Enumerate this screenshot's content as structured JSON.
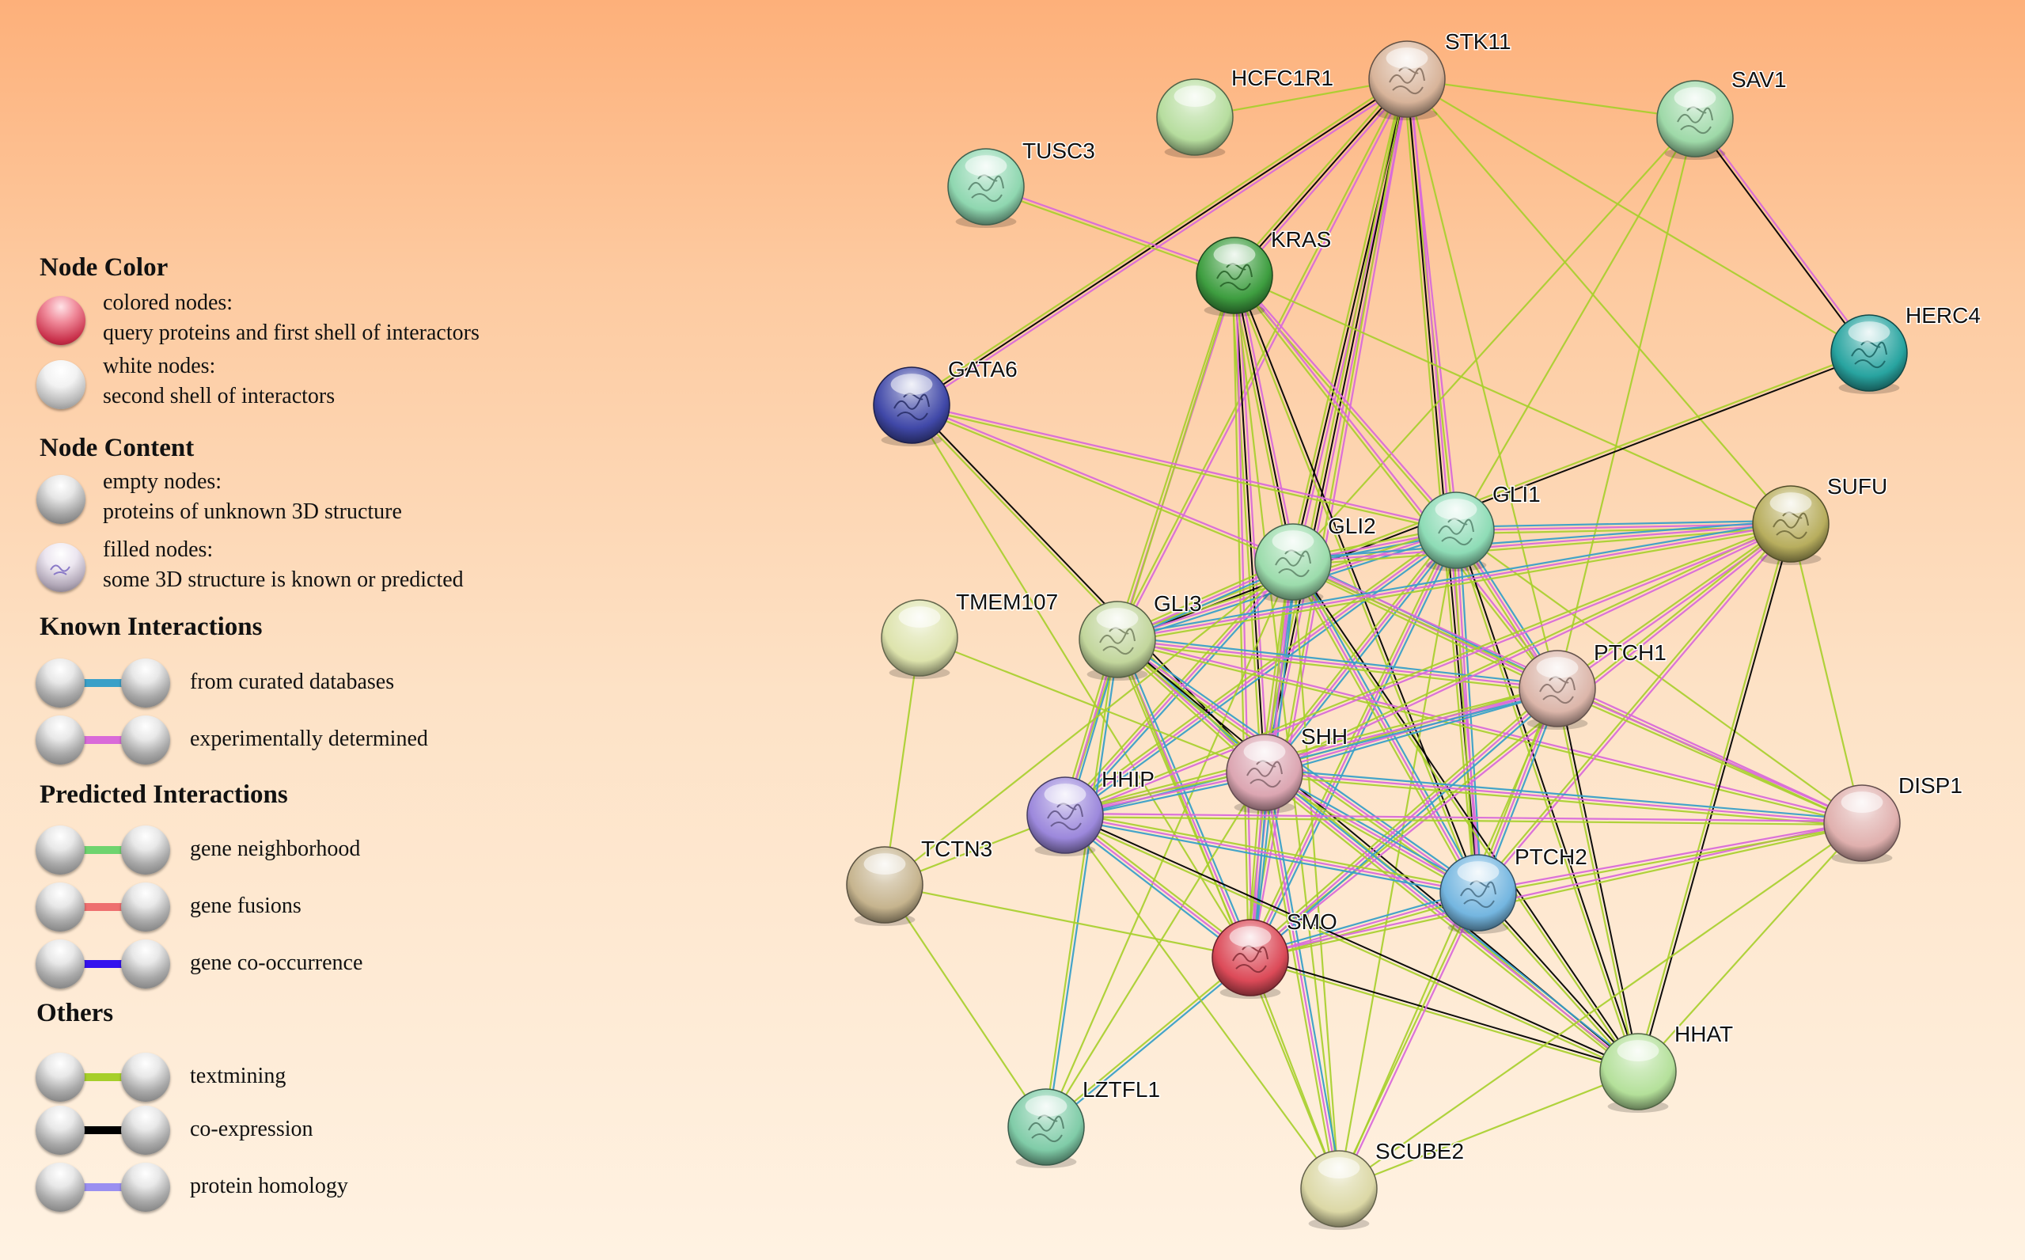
{
  "legend": {
    "node_color_title": "Node Color",
    "colored_nodes_label": "colored nodes:",
    "colored_nodes_desc": "query proteins and first shell of interactors",
    "white_nodes_label": "white nodes:",
    "white_nodes_desc": "second shell of interactors",
    "node_content_title": "Node Content",
    "empty_nodes_label": "empty nodes:",
    "empty_nodes_desc": "proteins of unknown 3D structure",
    "filled_nodes_label": "filled nodes:",
    "filled_nodes_desc": "some 3D structure is known or predicted",
    "known_title": "Known Interactions",
    "predicted_title": "Predicted Interactions",
    "others_title": "Others",
    "edge_types": [
      {
        "key": "curated",
        "label": "from curated databases",
        "color": "#3aa0c8"
      },
      {
        "key": "experimental",
        "label": "experimentally determined",
        "color": "#d96ad9"
      },
      {
        "key": "neighborhood",
        "label": "gene neighborhood",
        "color": "#6fd46f"
      },
      {
        "key": "fusion",
        "label": "gene fusions",
        "color": "#ee6f6f"
      },
      {
        "key": "cooccurrence",
        "label": "gene co-occurrence",
        "color": "#3311ee"
      },
      {
        "key": "textmining",
        "label": "textmining",
        "color": "#a6cf2a"
      },
      {
        "key": "coexpression",
        "label": "co-expression",
        "color": "#000000"
      },
      {
        "key": "homology",
        "label": "protein homology",
        "color": "#9a8ff0"
      }
    ]
  },
  "network": {
    "nodes": [
      {
        "id": "STK11",
        "label": "STK11",
        "color": "#d8b49a",
        "filled": true
      },
      {
        "id": "HCFC1R1",
        "label": "HCFC1R1",
        "color": "#b6dd9e",
        "filled": false
      },
      {
        "id": "SAV1",
        "label": "SAV1",
        "color": "#9ed9a8",
        "filled": true
      },
      {
        "id": "TUSC3",
        "label": "TUSC3",
        "color": "#8fd7b0",
        "filled": true
      },
      {
        "id": "KRAS",
        "label": "KRAS",
        "color": "#3e9e40",
        "filled": true
      },
      {
        "id": "HERC4",
        "label": "HERC4",
        "color": "#28a4a0",
        "filled": true
      },
      {
        "id": "GATA6",
        "label": "GATA6",
        "color": "#4048a8",
        "filled": true
      },
      {
        "id": "GLI1",
        "label": "GLI1",
        "color": "#8edcb6",
        "filled": true
      },
      {
        "id": "SUFU",
        "label": "SUFU",
        "color": "#b8ae5e",
        "filled": true
      },
      {
        "id": "GLI2",
        "label": "GLI2",
        "color": "#9cdcac",
        "filled": true
      },
      {
        "id": "TMEM107",
        "label": "TMEM107",
        "color": "#dde3ac",
        "filled": false
      },
      {
        "id": "GLI3",
        "label": "GLI3",
        "color": "#c2d69c",
        "filled": true
      },
      {
        "id": "PTCH1",
        "label": "PTCH1",
        "color": "#dcb6aa",
        "filled": true
      },
      {
        "id": "SHH",
        "label": "SHH",
        "color": "#dca6b2",
        "filled": true
      },
      {
        "id": "HHIP",
        "label": "HHIP",
        "color": "#9c88dc",
        "filled": true
      },
      {
        "id": "DISP1",
        "label": "DISP1",
        "color": "#e0b0ae",
        "filled": false
      },
      {
        "id": "TCTN3",
        "label": "TCTN3",
        "color": "#c6b48e",
        "filled": false
      },
      {
        "id": "PTCH2",
        "label": "PTCH2",
        "color": "#74b6e0",
        "filled": true
      },
      {
        "id": "SMO",
        "label": "SMO",
        "color": "#dc4a58",
        "filled": true
      },
      {
        "id": "HHAT",
        "label": "HHAT",
        "color": "#b4e09a",
        "filled": false
      },
      {
        "id": "LZTFL1",
        "label": "LZTFL1",
        "color": "#80cca8",
        "filled": true
      },
      {
        "id": "SCUBE2",
        "label": "SCUBE2",
        "color": "#dcd8a6",
        "filled": false
      }
    ],
    "edges": [
      [
        "HCFC1R1",
        "STK11",
        [
          "textmining"
        ]
      ],
      [
        "STK11",
        "SAV1",
        [
          "textmining"
        ]
      ],
      [
        "STK11",
        "KRAS",
        [
          "experimental",
          "coexpression",
          "textmining"
        ]
      ],
      [
        "STK11",
        "GATA6",
        [
          "experimental",
          "coexpression",
          "textmining"
        ]
      ],
      [
        "STK11",
        "GLI1",
        [
          "experimental",
          "textmining"
        ]
      ],
      [
        "STK11",
        "GLI2",
        [
          "experimental",
          "coexpression",
          "textmining"
        ]
      ],
      [
        "STK11",
        "GLI3",
        [
          "experimental",
          "textmining"
        ]
      ],
      [
        "STK11",
        "SHH",
        [
          "experimental",
          "coexpression",
          "textmining"
        ]
      ],
      [
        "STK11",
        "SMO",
        [
          "experimental",
          "textmining"
        ]
      ],
      [
        "STK11",
        "PTCH2",
        [
          "experimental",
          "coexpression",
          "textmining"
        ]
      ],
      [
        "STK11",
        "SUFU",
        [
          "textmining"
        ]
      ],
      [
        "STK11",
        "PTCH1",
        [
          "textmining"
        ]
      ],
      [
        "STK11",
        "HERC4",
        [
          "textmining"
        ]
      ],
      [
        "SAV1",
        "HERC4",
        [
          "experimental",
          "coexpression"
        ]
      ],
      [
        "SAV1",
        "GLI1",
        [
          "textmining"
        ]
      ],
      [
        "SAV1",
        "GLI2",
        [
          "textmining"
        ]
      ],
      [
        "SAV1",
        "PTCH1",
        [
          "textmining"
        ]
      ],
      [
        "TUSC3",
        "KRAS",
        [
          "experimental",
          "textmining"
        ]
      ],
      [
        "KRAS",
        "GLI1",
        [
          "experimental",
          "textmining"
        ]
      ],
      [
        "KRAS",
        "GLI2",
        [
          "experimental",
          "coexpression",
          "textmining"
        ]
      ],
      [
        "KRAS",
        "GLI3",
        [
          "experimental",
          "textmining"
        ]
      ],
      [
        "KRAS",
        "SHH",
        [
          "experimental",
          "coexpression",
          "textmining"
        ]
      ],
      [
        "KRAS",
        "SMO",
        [
          "experimental",
          "textmining"
        ]
      ],
      [
        "KRAS",
        "PTCH1",
        [
          "experimental",
          "textmining"
        ]
      ],
      [
        "KRAS",
        "PTCH2",
        [
          "coexpression",
          "textmining"
        ]
      ],
      [
        "KRAS",
        "SUFU",
        [
          "textmining"
        ]
      ],
      [
        "KRAS",
        "HHIP",
        [
          "textmining"
        ]
      ],
      [
        "KRAS",
        "SCUBE2",
        [
          "textmining"
        ]
      ],
      [
        "GATA6",
        "GLI2",
        [
          "experimental",
          "textmining"
        ]
      ],
      [
        "GATA6",
        "GLI1",
        [
          "experimental",
          "textmining"
        ]
      ],
      [
        "GATA6",
        "SHH",
        [
          "coexpression",
          "textmining"
        ]
      ],
      [
        "GATA6",
        "SMO",
        [
          "textmining"
        ]
      ],
      [
        "HERC4",
        "GLI3",
        [
          "coexpression",
          "textmining"
        ]
      ],
      [
        "GLI1",
        "GLI2",
        [
          "curated",
          "experimental",
          "textmining"
        ]
      ],
      [
        "GLI1",
        "GLI3",
        [
          "curated",
          "experimental",
          "textmining"
        ]
      ],
      [
        "GLI1",
        "SUFU",
        [
          "curated",
          "experimental",
          "textmining"
        ]
      ],
      [
        "GLI1",
        "PTCH1",
        [
          "curated",
          "experimental",
          "textmining"
        ]
      ],
      [
        "GLI1",
        "SHH",
        [
          "curated",
          "experimental",
          "textmining"
        ]
      ],
      [
        "GLI1",
        "SMO",
        [
          "curated",
          "experimental",
          "textmining"
        ]
      ],
      [
        "GLI1",
        "PTCH2",
        [
          "curated",
          "experimental",
          "textmining"
        ]
      ],
      [
        "GLI1",
        "HHIP",
        [
          "curated",
          "experimental",
          "textmining"
        ]
      ],
      [
        "GLI1",
        "DISP1",
        [
          "textmining"
        ]
      ],
      [
        "GLI1",
        "HHAT",
        [
          "coexpression",
          "textmining"
        ]
      ],
      [
        "GLI1",
        "SCUBE2",
        [
          "textmining"
        ]
      ],
      [
        "GLI2",
        "GLI3",
        [
          "curated",
          "experimental",
          "textmining"
        ]
      ],
      [
        "GLI2",
        "SUFU",
        [
          "curated",
          "experimental",
          "textmining"
        ]
      ],
      [
        "GLI2",
        "PTCH1",
        [
          "curated",
          "experimental",
          "textmining"
        ]
      ],
      [
        "GLI2",
        "SHH",
        [
          "curated",
          "experimental",
          "textmining"
        ]
      ],
      [
        "GLI2",
        "SMO",
        [
          "curated",
          "experimental",
          "textmining"
        ]
      ],
      [
        "GLI2",
        "PTCH2",
        [
          "curated",
          "experimental",
          "textmining"
        ]
      ],
      [
        "GLI2",
        "HHIP",
        [
          "curated",
          "experimental",
          "textmining"
        ]
      ],
      [
        "GLI2",
        "DISP1",
        [
          "experimental",
          "textmining"
        ]
      ],
      [
        "GLI2",
        "HHAT",
        [
          "coexpression",
          "textmining"
        ]
      ],
      [
        "GLI2",
        "SCUBE2",
        [
          "textmining"
        ]
      ],
      [
        "GLI2",
        "LZTFL1",
        [
          "textmining"
        ]
      ],
      [
        "GLI3",
        "SUFU",
        [
          "curated",
          "experimental",
          "textmining"
        ]
      ],
      [
        "GLI3",
        "PTCH1",
        [
          "curated",
          "experimental",
          "textmining"
        ]
      ],
      [
        "GLI3",
        "SHH",
        [
          "curated",
          "experimental",
          "textmining"
        ]
      ],
      [
        "GLI3",
        "SMO",
        [
          "curated",
          "experimental",
          "textmining"
        ]
      ],
      [
        "GLI3",
        "PTCH2",
        [
          "curated",
          "experimental",
          "textmining"
        ]
      ],
      [
        "GLI3",
        "HHIP",
        [
          "curated",
          "experimental",
          "textmining"
        ]
      ],
      [
        "GLI3",
        "DISP1",
        [
          "experimental",
          "textmining"
        ]
      ],
      [
        "GLI3",
        "HHAT",
        [
          "coexpression",
          "textmining"
        ]
      ],
      [
        "GLI3",
        "SCUBE2",
        [
          "textmining"
        ]
      ],
      [
        "GLI3",
        "LZTFL1",
        [
          "curated",
          "textmining"
        ]
      ],
      [
        "SUFU",
        "PTCH1",
        [
          "experimental",
          "textmining"
        ]
      ],
      [
        "SUFU",
        "SHH",
        [
          "experimental",
          "textmining"
        ]
      ],
      [
        "SUFU",
        "SMO",
        [
          "experimental",
          "textmining"
        ]
      ],
      [
        "SUFU",
        "PTCH2",
        [
          "experimental",
          "textmining"
        ]
      ],
      [
        "SUFU",
        "HHIP",
        [
          "experimental",
          "textmining"
        ]
      ],
      [
        "SUFU",
        "DISP1",
        [
          "textmining"
        ]
      ],
      [
        "SUFU",
        "HHAT",
        [
          "coexpression",
          "textmining"
        ]
      ],
      [
        "PTCH1",
        "SHH",
        [
          "curated",
          "experimental",
          "textmining"
        ]
      ],
      [
        "PTCH1",
        "SMO",
        [
          "curated",
          "experimental",
          "textmining"
        ]
      ],
      [
        "PTCH1",
        "PTCH2",
        [
          "curated",
          "experimental",
          "textmining"
        ]
      ],
      [
        "PTCH1",
        "HHIP",
        [
          "curated",
          "experimental",
          "textmining"
        ]
      ],
      [
        "PTCH1",
        "DISP1",
        [
          "experimental",
          "textmining"
        ]
      ],
      [
        "PTCH1",
        "HHAT",
        [
          "coexpression",
          "textmining"
        ]
      ],
      [
        "PTCH1",
        "SCUBE2",
        [
          "textmining"
        ]
      ],
      [
        "SHH",
        "SMO",
        [
          "curated",
          "experimental",
          "textmining"
        ]
      ],
      [
        "SHH",
        "PTCH2",
        [
          "curated",
          "experimental",
          "textmining"
        ]
      ],
      [
        "SHH",
        "HHIP",
        [
          "curated",
          "experimental",
          "textmining"
        ]
      ],
      [
        "SHH",
        "DISP1",
        [
          "curated",
          "experimental",
          "textmining"
        ]
      ],
      [
        "SHH",
        "HHAT",
        [
          "curated",
          "experimental",
          "textmining"
        ]
      ],
      [
        "SHH",
        "SCUBE2",
        [
          "curated",
          "experimental",
          "textmining"
        ]
      ],
      [
        "SHH",
        "LZTFL1",
        [
          "textmining"
        ]
      ],
      [
        "SMO",
        "PTCH2",
        [
          "curated",
          "experimental",
          "textmining"
        ]
      ],
      [
        "SMO",
        "HHIP",
        [
          "curated",
          "experimental",
          "textmining"
        ]
      ],
      [
        "SMO",
        "DISP1",
        [
          "experimental",
          "textmining"
        ]
      ],
      [
        "SMO",
        "HHAT",
        [
          "coexpression",
          "textmining"
        ]
      ],
      [
        "SMO",
        "SCUBE2",
        [
          "textmining"
        ]
      ],
      [
        "SMO",
        "LZTFL1",
        [
          "curated",
          "textmining"
        ]
      ],
      [
        "PTCH2",
        "HHIP",
        [
          "curated",
          "experimental",
          "textmining"
        ]
      ],
      [
        "PTCH2",
        "DISP1",
        [
          "experimental",
          "textmining"
        ]
      ],
      [
        "PTCH2",
        "HHAT",
        [
          "coexpression",
          "textmining"
        ]
      ],
      [
        "PTCH2",
        "SCUBE2",
        [
          "experimental",
          "textmining"
        ]
      ],
      [
        "HHIP",
        "DISP1",
        [
          "experimental",
          "textmining"
        ]
      ],
      [
        "HHIP",
        "HHAT",
        [
          "coexpression",
          "textmining"
        ]
      ],
      [
        "HHIP",
        "SCUBE2",
        [
          "textmining"
        ]
      ],
      [
        "HHIP",
        "TCTN3",
        [
          "textmining"
        ]
      ],
      [
        "DISP1",
        "HHAT",
        [
          "textmining"
        ]
      ],
      [
        "DISP1",
        "SCUBE2",
        [
          "textmining"
        ]
      ],
      [
        "HHAT",
        "SCUBE2",
        [
          "textmining"
        ]
      ],
      [
        "TMEM107",
        "TCTN3",
        [
          "textmining"
        ]
      ],
      [
        "TMEM107",
        "SHH",
        [
          "textmining"
        ]
      ],
      [
        "TCTN3",
        "SMO",
        [
          "textmining"
        ]
      ],
      [
        "TCTN3",
        "LZTFL1",
        [
          "textmining"
        ]
      ],
      [
        "TCTN3",
        "GLI2",
        [
          "textmining"
        ]
      ]
    ]
  }
}
